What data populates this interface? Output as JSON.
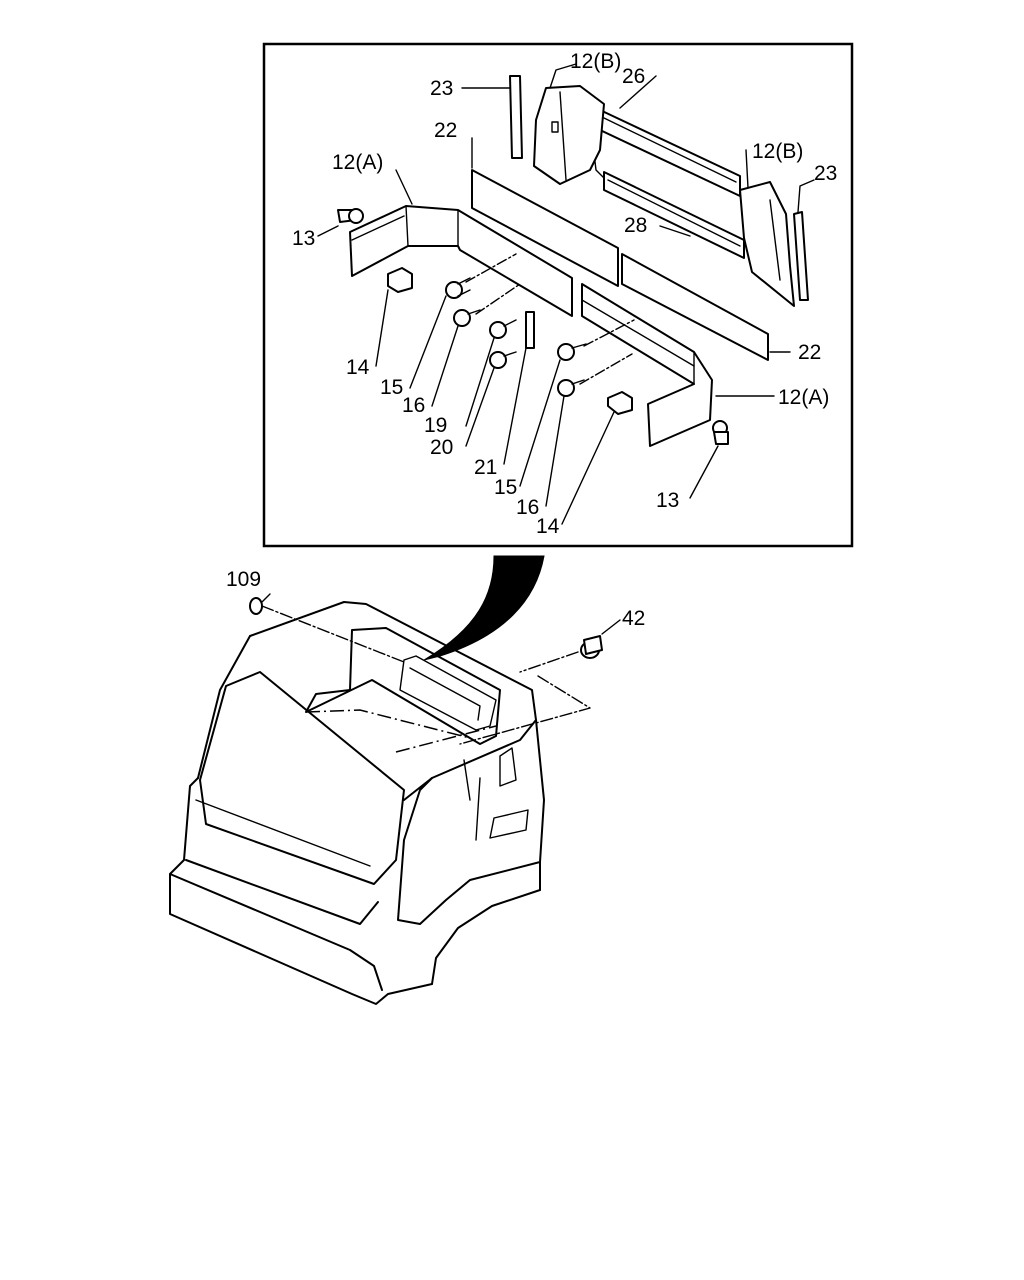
{
  "callouts": {
    "c109": "109",
    "c42": "42",
    "c23_left": "23",
    "c12b_top": "12(B)",
    "c26": "26",
    "c22_top": "22",
    "c12b_right": "12(B)",
    "c23_right": "23",
    "c12a_left": "12(A)",
    "c13_left": "13",
    "c28": "28",
    "c22_right": "22",
    "c12a_right": "12(A)",
    "c14_left": "14",
    "c15_left": "15",
    "c16_left": "16",
    "c19": "19",
    "c20": "20",
    "c21": "21",
    "c15_right": "15",
    "c16_right": "16",
    "c14_right": "14",
    "c13_right": "13"
  }
}
